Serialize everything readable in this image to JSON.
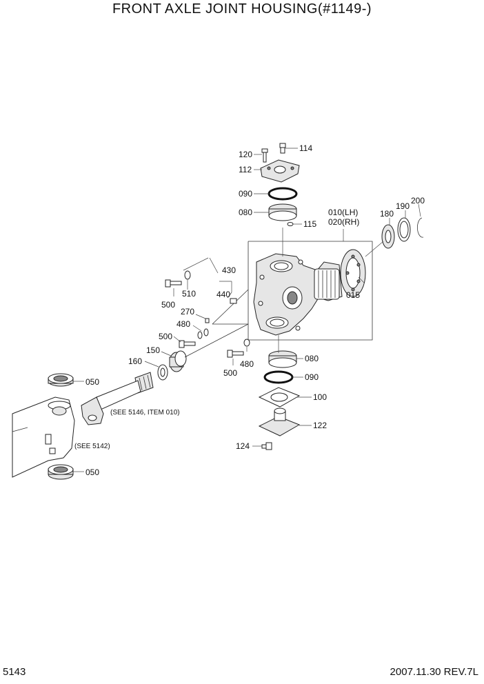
{
  "title": "FRONT AXLE JOINT HOUSING(#1149-)",
  "page_number": "5143",
  "revision": "2007.11.30  REV.7L",
  "callouts": {
    "p010_020_a": "010(LH)",
    "p010_020_b": "020(RH)",
    "p015": "015",
    "p050_top": "050",
    "p050_bottom": "050",
    "p080_top": "080",
    "p080_bottom": "080",
    "p090_top": "090",
    "p090_bottom": "090",
    "p100": "100",
    "p112": "112",
    "p114": "114",
    "p115": "115",
    "p120": "120",
    "p122": "122",
    "p124": "124",
    "p150": "150",
    "p160": "160",
    "p180": "180",
    "p190": "190",
    "p200": "200",
    "p270": "270",
    "p430": "430",
    "p440": "440",
    "p480_left": "480",
    "p480_right": "480",
    "p500_a": "500",
    "p500_b": "500",
    "p500_c": "500",
    "p510": "510"
  },
  "notes": {
    "see_5146": "(SEE 5146, ITEM 010)",
    "see_5142": "(SEE 5142)"
  },
  "icons": [
    "joint-housing",
    "cover-plate",
    "o-ring",
    "bushing",
    "axle-shaft",
    "bearing",
    "bolt",
    "washer",
    "snap-ring",
    "axle-case"
  ]
}
